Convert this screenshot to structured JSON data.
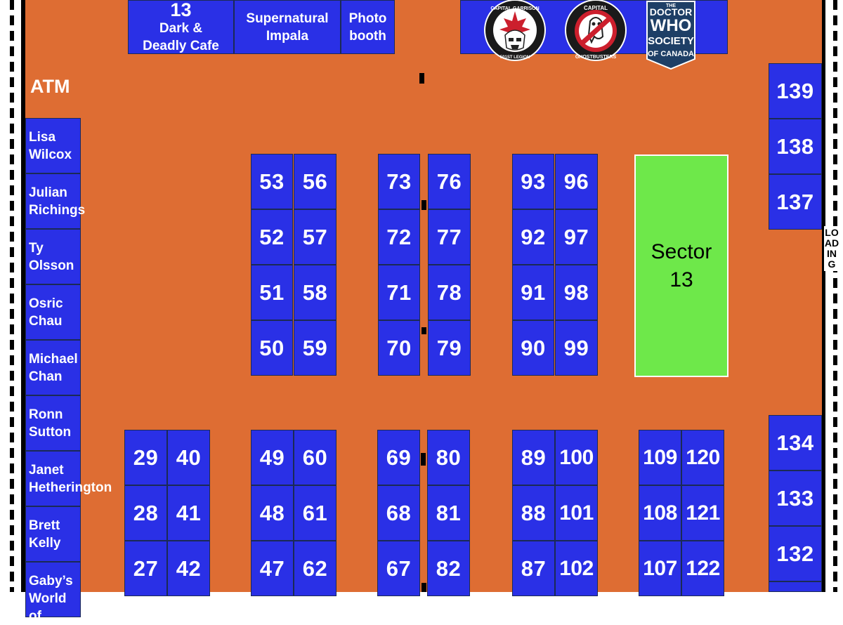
{
  "atm_label": "ATM",
  "loading_label": "LOADING",
  "sector": {
    "label": "Sector\n13"
  },
  "top_booths": [
    {
      "top_line": "13",
      "label": "Dark &\nDeadly Cafe"
    },
    {
      "label": "Supernatural\nImpala"
    },
    {
      "label": "Photo\nbooth"
    }
  ],
  "logos": [
    {
      "name": "501st Legion Capital Garrison",
      "icon": "stormtrooper-icon",
      "text": "CAPITAL GARRISON",
      "subtext": "501ST LEGION",
      "ring_color": "#222222",
      "accent": "#cc1f2d"
    },
    {
      "name": "Capital Ghostbusters",
      "icon": "ghostbusters-icon",
      "text": "CAPITAL",
      "subtext": "GHOSTBUSTERS",
      "ring_color": "#222222",
      "accent": "#cc1f2d"
    },
    {
      "name": "Doctor Who Society of Canada",
      "icon": "doctor-who-icon",
      "lines": [
        "DOCTOR",
        "WHO",
        "SOCIETY",
        "OF CANADA"
      ],
      "color": "#1e3f66",
      "prefix": "THE"
    }
  ],
  "guests": [
    "Lisa\nWilcox",
    "Julian\nRichings",
    "Ty\nOlsson",
    "Osric\nChau",
    "Michael\nChan",
    "Ronn\nSutton",
    "Janet\nHetherington",
    "Brett\nKelly",
    "Gaby’s\nWorld of"
  ],
  "right_booths": [
    "139",
    "138",
    "137",
    "134",
    "133",
    "132"
  ],
  "upper_blocks": [
    {
      "left": [
        "53",
        "52",
        "51",
        "50"
      ],
      "right": [
        "56",
        "57",
        "58",
        "59"
      ]
    },
    {
      "left": [
        "73",
        "72",
        "71",
        "70"
      ],
      "right": [
        "76",
        "77",
        "78",
        "79"
      ]
    },
    {
      "left": [
        "93",
        "92",
        "91",
        "90"
      ],
      "right": [
        "96",
        "97",
        "98",
        "99"
      ]
    }
  ],
  "lower_blocks": [
    {
      "left": [
        "29",
        "28",
        "27"
      ],
      "right": [
        "40",
        "41",
        "42"
      ]
    },
    {
      "left": [
        "49",
        "48",
        "47"
      ],
      "right": [
        "60",
        "61",
        "62"
      ]
    },
    {
      "left": [
        "69",
        "68",
        "67"
      ],
      "right": [
        "80",
        "81",
        "82"
      ]
    },
    {
      "left": [
        "89",
        "88",
        "87"
      ],
      "right": [
        "100",
        "101",
        "102"
      ]
    },
    {
      "left": [
        "109",
        "108",
        "107"
      ],
      "right": [
        "120",
        "121",
        "122"
      ]
    }
  ],
  "colors": {
    "floor": "#de6d33",
    "booth": "#2a30e6",
    "sector": "#6ee84a"
  }
}
